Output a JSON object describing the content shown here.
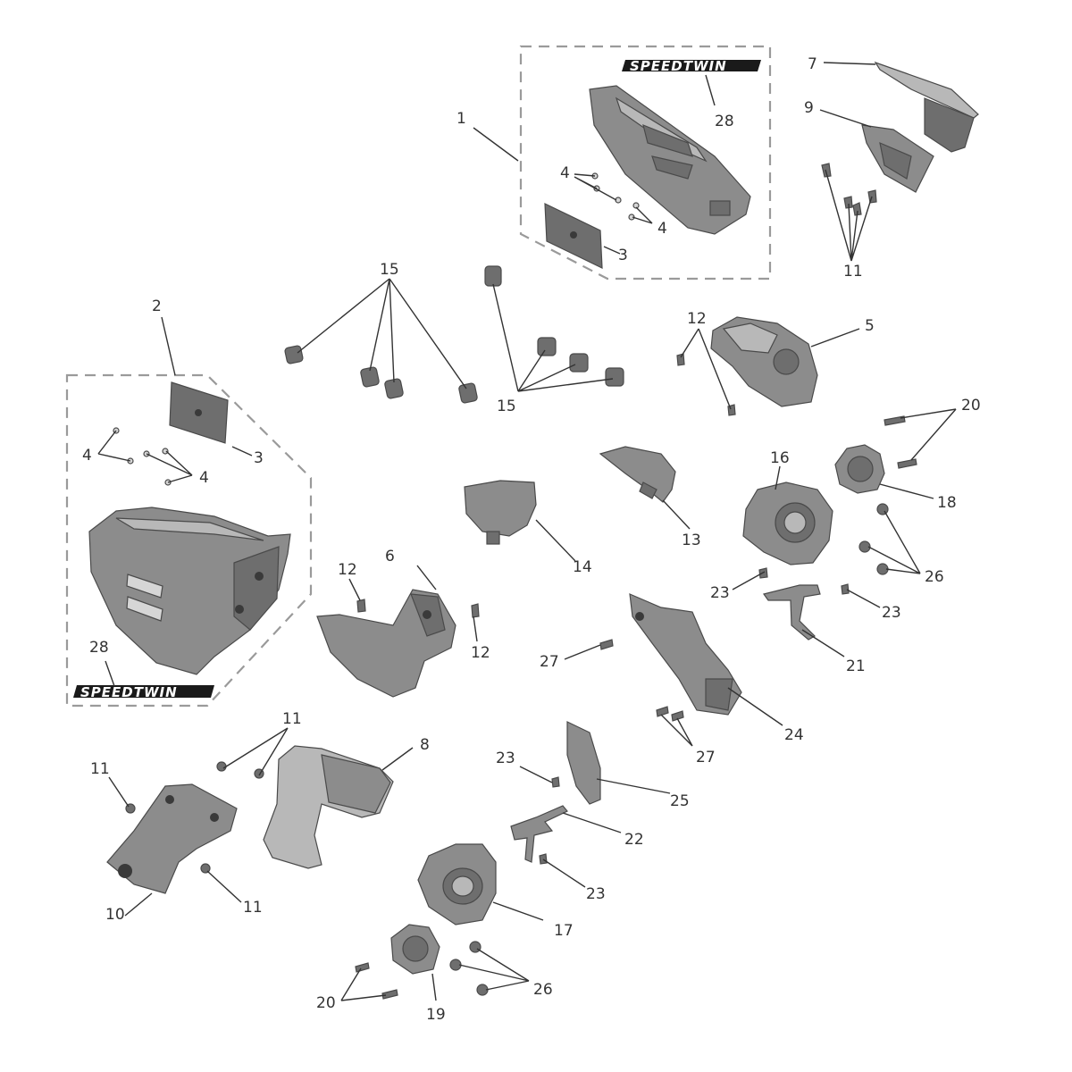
{
  "diagram": {
    "logo_text": "SPEEDTWIN",
    "callouts": {
      "c1": "1",
      "c2": "2",
      "c3a": "3",
      "c3b": "3",
      "c4a": "4",
      "c4b": "4",
      "c4c": "4",
      "c4d": "4",
      "c5": "5",
      "c6": "6",
      "c7": "7",
      "c8": "8",
      "c9": "9",
      "c10": "10",
      "c11a": "11",
      "c11b": "11",
      "c11c": "11",
      "c11d": "11",
      "c12a": "12",
      "c12b": "12",
      "c12c": "12",
      "c13": "13",
      "c14": "14",
      "c15a": "15",
      "c15b": "15",
      "c16": "16",
      "c17": "17",
      "c18": "18",
      "c19": "19",
      "c20a": "20",
      "c20b": "20",
      "c21": "21",
      "c22": "22",
      "c23a": "23",
      "c23b": "23",
      "c23c": "23",
      "c23d": "23",
      "c24": "24",
      "c25": "25",
      "c26a": "26",
      "c26b": "26",
      "c27a": "27",
      "c27b": "27",
      "c28a": "28",
      "c28b": "28"
    }
  }
}
